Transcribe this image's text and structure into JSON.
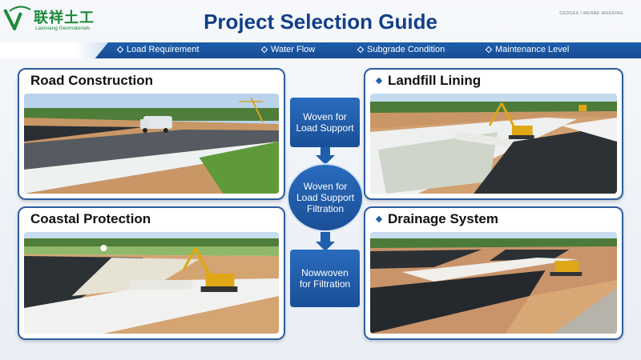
{
  "header": {
    "logo_cn": "联祥土工",
    "logo_en": "Lianxiang Geomaterials",
    "title_accent": "Project",
    "title_rest": " Selection Guide",
    "top_right_note": "CEDGES / MENNE WEERING"
  },
  "colors": {
    "brand_blue": "#123f8a",
    "bar_blue": "#1f5fae",
    "logo_green": "#1d8a3a"
  },
  "criteria": [
    {
      "label": "Load Requirement",
      "icon": "diamond-icon"
    },
    {
      "label": "Water Flow",
      "icon": "diamond-icon"
    },
    {
      "label": "Subgrade Condition",
      "icon": "diamond-icon"
    },
    {
      "label": "Maintenance Level",
      "icon": "diamond-icon"
    }
  ],
  "cards": {
    "road": {
      "title": "Road Construction"
    },
    "landfill": {
      "title": "Landfill Lining"
    },
    "coastal": {
      "title": "Coastal Protection"
    },
    "drainage": {
      "title": "Drainage System"
    }
  },
  "flow": {
    "top": {
      "line1": "Woven for",
      "line2": "Load Support"
    },
    "middle": {
      "line1": "Woven for",
      "line2": "Load Support",
      "line3": "Filtration"
    },
    "bottom": {
      "line1": "Nowwoven",
      "line2": "for Filtration"
    }
  }
}
